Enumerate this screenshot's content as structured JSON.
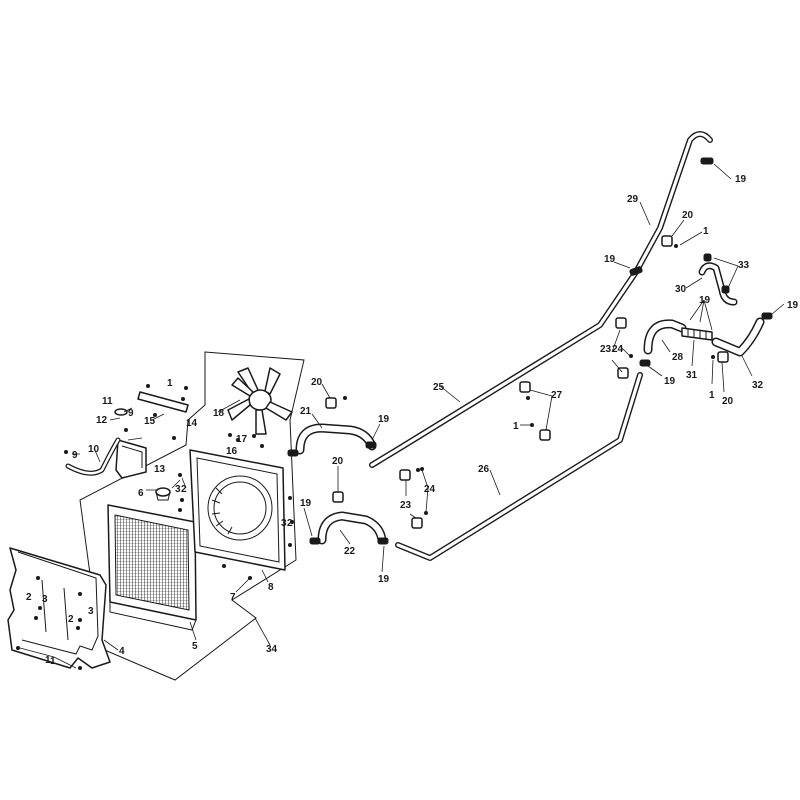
{
  "diagram": {
    "type": "exploded-parts-view",
    "background": "#ffffff",
    "line_color": "#1a1a1a"
  },
  "callouts": {
    "c1a": "1",
    "c1b": "1",
    "c1c": "1",
    "c1d": "1",
    "c1e": "1",
    "c1f": "1",
    "c2a": "2",
    "c2b": "2",
    "c2c": "2",
    "c3a": "3",
    "c3b": "3",
    "c3c": "3",
    "c3d": "3",
    "c4": "4",
    "c5": "5",
    "c6": "6",
    "c7": "7",
    "c8": "8",
    "c9a": "9",
    "c9b": "9",
    "c10": "10",
    "c11": "11",
    "c12": "12",
    "c13": "13",
    "c14": "14",
    "c15": "15",
    "c16": "16",
    "c17": "17",
    "c18": "18",
    "c19a": "19",
    "c19b": "19",
    "c19c": "19",
    "c19d": "19",
    "c19e": "19",
    "c19f": "19",
    "c19g": "19",
    "c19h": "19",
    "c20a": "20",
    "c20b": "20",
    "c20c": "20",
    "c20d": "20",
    "c21": "21",
    "c22": "22",
    "c23a": "23",
    "c23b": "23",
    "c24a": "24",
    "c24b": "24",
    "c25": "25",
    "c26": "26",
    "c27": "27",
    "c28": "28",
    "c29": "29",
    "c30": "30",
    "c31": "31",
    "c32": "32",
    "c33": "33",
    "c34": "34"
  }
}
